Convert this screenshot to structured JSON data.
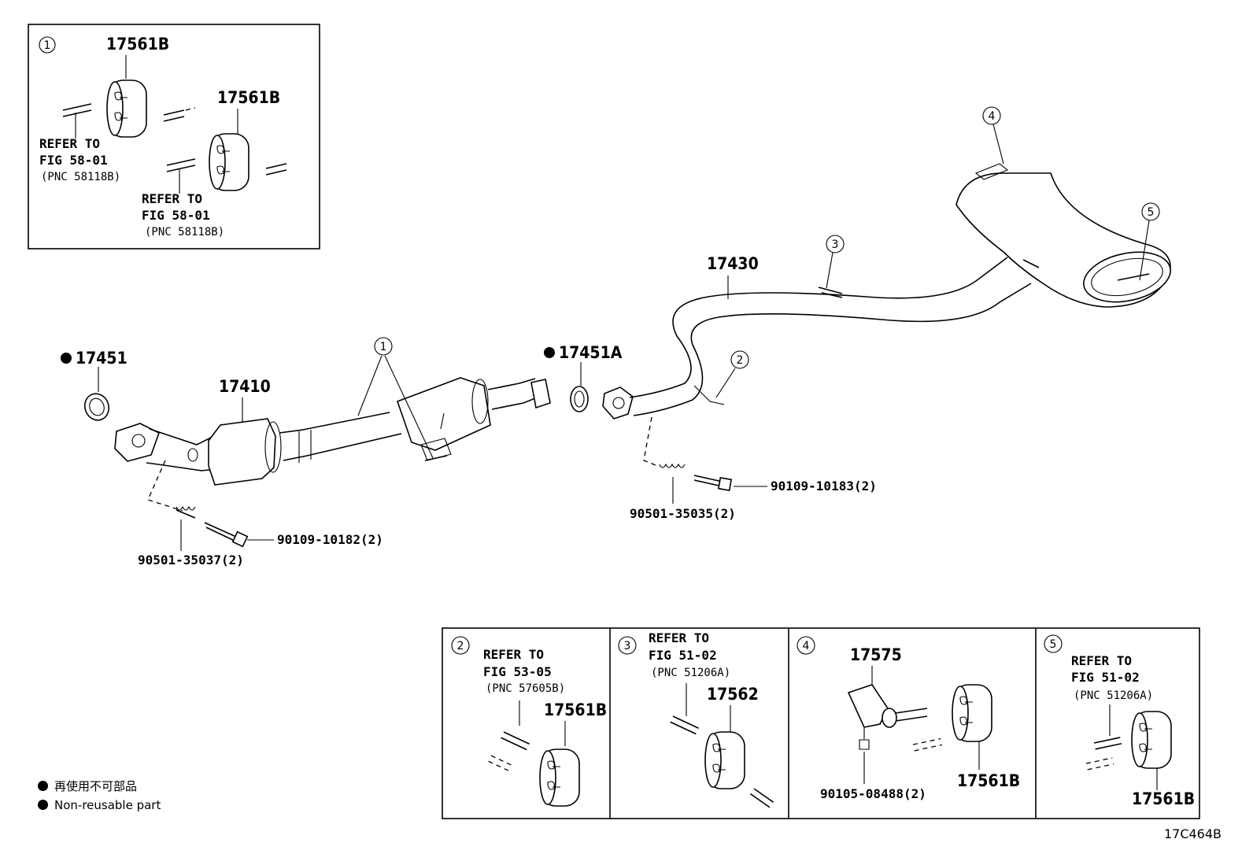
{
  "labels": {
    "inset1_num": "1",
    "inset1_top": "17561B",
    "inset1_mid": "17561B",
    "inset1_ref1_l1": "REFER TO",
    "inset1_ref1_l2": "FIG 58-01",
    "inset1_ref1_l3": "(PNC 58118B)",
    "inset1_ref2_l1": "REFER TO",
    "inset1_ref2_l2": "FIG 58-01",
    "inset1_ref2_l3": "(PNC 58118B)",
    "p17451": "17451",
    "p17410": "17410",
    "p17451A": "17451A",
    "p17430": "17430",
    "callout1": "1",
    "callout2": "2",
    "callout3": "3",
    "callout4": "4",
    "callout5": "5",
    "b90501_35037": "90501-35037(2)",
    "b90109_10182": "90109-10182(2)",
    "b90501_35035": "90501-35035(2)",
    "b90109_10183": "90109-10183(2)",
    "box2_num": "2",
    "box2_l1": "REFER TO",
    "box2_l2": "FIG 53-05",
    "box2_l3": "(PNC 57605B)",
    "box2_part": "17561B",
    "box3_num": "3",
    "box3_l1": "REFER TO",
    "box3_l2": "FIG 51-02",
    "box3_l3": "(PNC 51206A)",
    "box3_part": "17562",
    "box4_num": "4",
    "box4_part1": "17575",
    "box4_part2": "17561B",
    "box4_bolt": "90105-08488(2)",
    "box5_num": "5",
    "box5_l1": "REFER TO",
    "box5_l2": "FIG 51-02",
    "box5_l3": "(PNC 51206A)",
    "box5_part": "17561B"
  },
  "legend": {
    "jp": "再使用不可部品",
    "en": "Non-reusable part"
  },
  "figure_id": "17C464B"
}
